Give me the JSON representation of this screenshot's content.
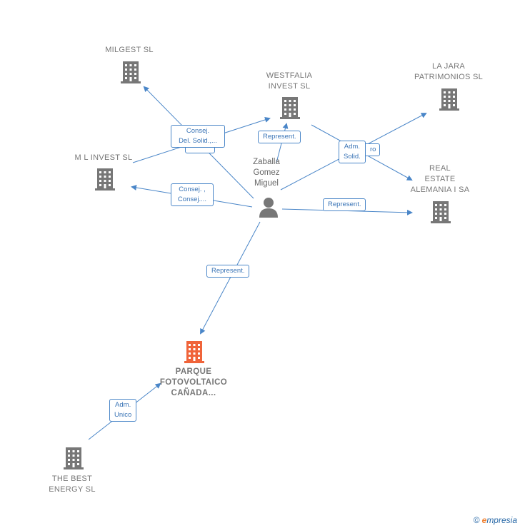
{
  "colors": {
    "edge": "#4a86c8",
    "node_gray": "#777777",
    "node_focus": "#f0643a",
    "label_text": "#3a74b6"
  },
  "nodes": [
    {
      "id": "milgest",
      "label": "MILGEST SL",
      "kind": "company"
    },
    {
      "id": "westfalia",
      "label": "WESTFALIA\nINVEST SL",
      "kind": "company"
    },
    {
      "id": "lajara",
      "label": "LA JARA\nPATRIMONIOS SL",
      "kind": "company"
    },
    {
      "id": "mlinvest",
      "label": "M L INVEST SL",
      "kind": "company"
    },
    {
      "id": "realestate",
      "label": "REAL\nESTATE\nALEMANIA I SA",
      "kind": "company"
    },
    {
      "id": "person",
      "label": "Zaballa\nGomez\nMiguel",
      "kind": "person"
    },
    {
      "id": "parque",
      "label": "PARQUE\nFOTOVOLTAICO\nCAÑADA...",
      "kind": "focus"
    },
    {
      "id": "bestenergy",
      "label": "THE BEST\nENERGY SL",
      "kind": "company"
    }
  ],
  "edge_labels": [
    {
      "id": "consej-del",
      "text": "Consej.\nDel. Solid.,..."
    },
    {
      "id": "represent-westfalia",
      "text": "Represent."
    },
    {
      "id": "adm-solid",
      "text": "Adm.\nSolid."
    },
    {
      "id": "ro-fragment",
      "text": "ro"
    },
    {
      "id": "consej-consej",
      "text": "Consej. ,\nConsej...."
    },
    {
      "id": "represent-realestate",
      "text": "Represent."
    },
    {
      "id": "represent-parque",
      "text": "Represent."
    },
    {
      "id": "adm-unico",
      "text": "Adm.\nUnico"
    }
  ],
  "footer": {
    "copyright": "©",
    "brand_first": "e",
    "brand_rest": "mpresia"
  }
}
